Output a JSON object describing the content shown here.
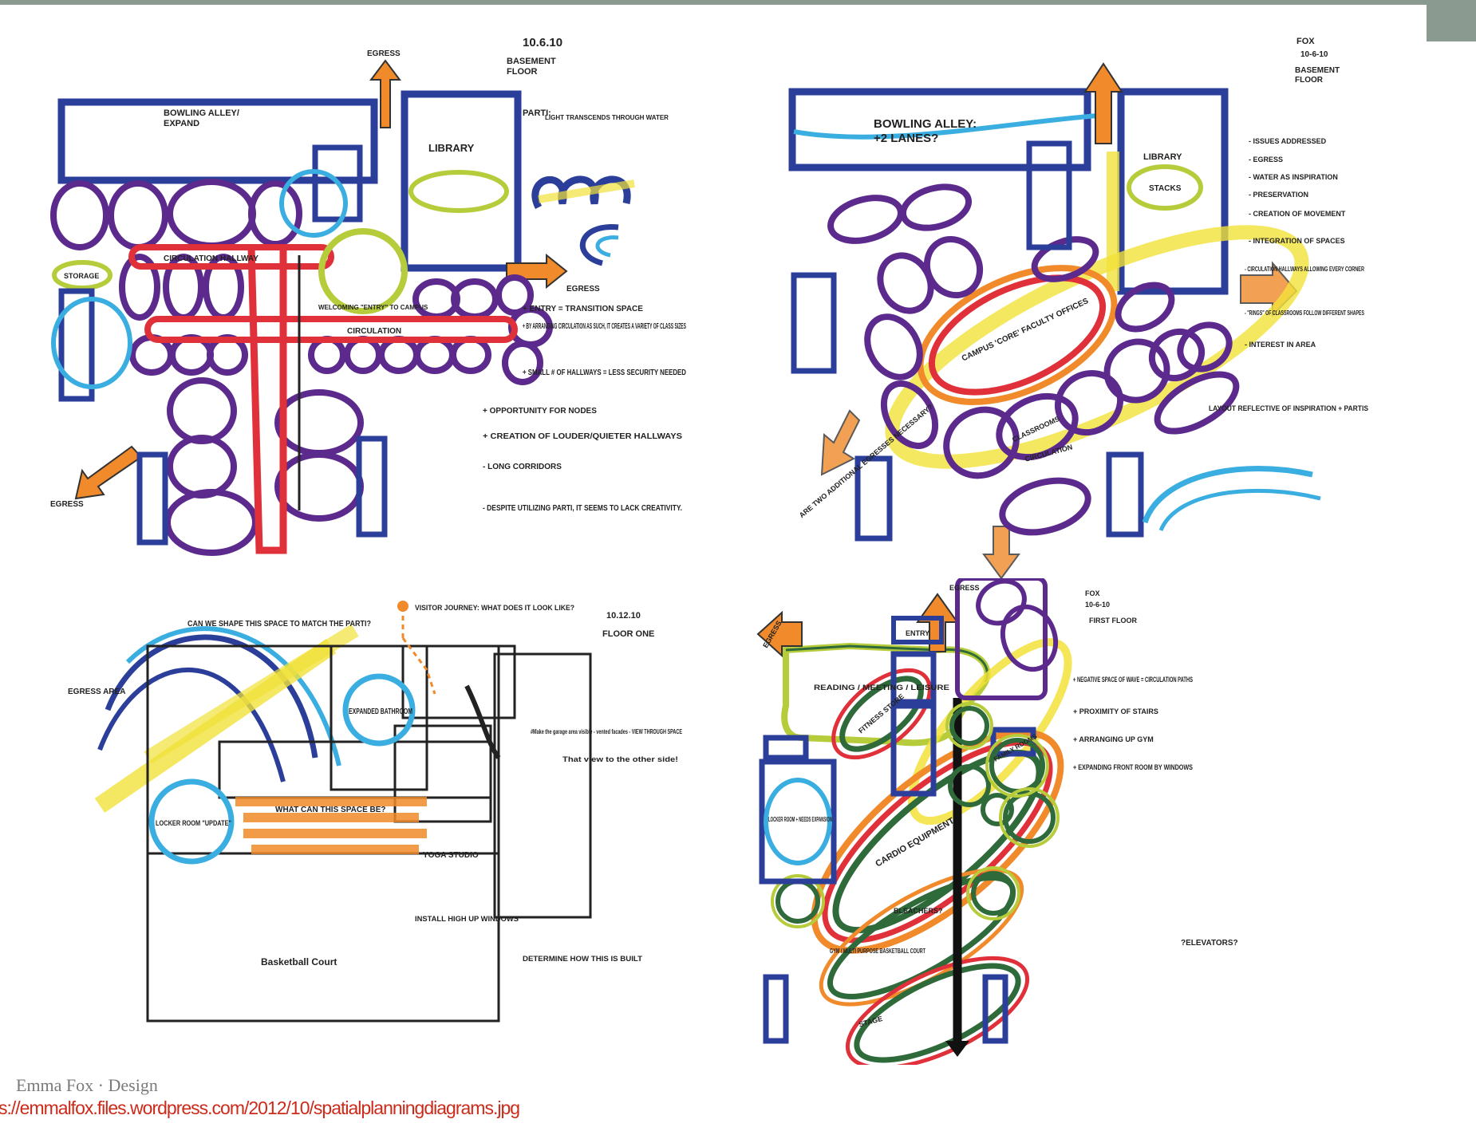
{
  "footer": {
    "credit": "Emma Fox · Design",
    "url": "s://emmalfox.files.wordpress.com/2012/10/spatialplanningdiagrams.jpg"
  },
  "colors": {
    "purple": "#5b2a8c",
    "blue": "#2b3e9a",
    "red": "#e0303a",
    "yellow": "#f2e23a",
    "orange": "#f08a2a",
    "lime": "#b7cc3a",
    "cyan": "#3aaee0",
    "green": "#2f6a3a"
  },
  "sheet_top_left": {
    "date": "10.6.10",
    "floor": "BASEMENT\nFLOOR",
    "bowling": "BOWLING ALLEY/\nEXPAND",
    "library": "LIBRARY",
    "egress_top": "EGRESS",
    "egress_right": "EGRESS",
    "egress_left": "EGRESS",
    "circulation_hall": "CIRCULATION HALLWAY",
    "circulation": "CIRCULATION",
    "welcome": "WELCOMING \"ENTRY\" TO CAMPUS",
    "storage": "STORAGE",
    "parti": "PARTI:",
    "light": "LIGHT TRANSCENDS THROUGH WATER",
    "notes": [
      "+ ENTRY = TRANSITION SPACE",
      "+ BY ARRANGING CIRCULATION AS SUCH, IT CREATES A VARIETY OF CLASS SIZES",
      "+ SMALL # OF HALLWAYS = LESS SECURITY NEEDED",
      "+ OPPORTUNITY FOR NODES",
      "+ CREATION OF LOUDER/QUIETER HALLWAYS",
      "- LONG CORRIDORS",
      "- DESPITE UTILIZING PARTI, IT SEEMS TO LACK CREATIVITY."
    ]
  },
  "sheet_top_right": {
    "author": "FOX",
    "date": "10-6-10",
    "floor": "BASEMENT\nFLOOR",
    "bowling": "BOWLING ALLEY:\n+2 LANES?",
    "library": "LIBRARY",
    "stacks": "STACKS",
    "core": "CAMPUS 'CORE' FACULTY OFFICES",
    "classrooms": "CLASSROOMS",
    "circulation": "CIRCULATION",
    "notes": [
      "- ISSUES ADDRESSED",
      "- EGRESS",
      "- WATER AS INSPIRATION",
      "- PRESERVATION",
      "- CREATION OF MOVEMENT",
      "- INTEGRATION OF SPACES",
      "- CIRCULATION HALLWAYS ALLOWING EVERY CORNER",
      "- \"RINGS\" OF CLASSROOMS FOLLOW DIFFERENT SHAPES",
      "- INTEREST IN AREA",
      "LAYOUT REFLECTIVE OF INSPIRATION + PARTIS"
    ],
    "question": "ARE TWO ADDITIONAL EGRESSES NECESSARY?"
  },
  "sheet_bottom_left": {
    "date": "10.12.10",
    "floor": "FLOOR ONE",
    "question_top": "CAN WE SHAPE THIS SPACE TO MATCH THE PARTI?",
    "journey": "VISITOR JOURNEY: WHAT DOES IT LOOK LIKE?",
    "expanded": "EXPANDED BATHROOM",
    "egress_area": "EGRESS AREA",
    "locker": "LOCKER ROOM \"UPDATE\"",
    "what_can": "WHAT CAN THIS SPACE BE?",
    "basketball": "Basketball Court",
    "yoga": "YOGA STUDIO",
    "install": "INSTALL HIGH UP WINDOWS",
    "determine": "DETERMINE HOW THIS IS BUILT",
    "note_garage": "#Make the garage area visible - vented facades - VIEW THROUGH SPACE",
    "note_view": "That view to the other side!"
  },
  "sheet_bottom_right": {
    "author": "FOX",
    "date": "10-6-10",
    "floor": "FIRST FLOOR",
    "egress_top": "EGRESS",
    "egress_left": "EGRESS",
    "entry": "ENTRY",
    "reading": "READING / MEETING / LEISURE",
    "fitness": "FITNESS STORE",
    "cardio": "CARDIO EQUIPMENT",
    "locker": "LOCKER ROOM + NEEDS EXPANSION",
    "bleachers": "BLEACHERS?",
    "gym": "GYM / MULTI PURPOSE BASKETBALL COURT",
    "stage": "STAGE",
    "family": "FAMILY ROOMS",
    "elevators": "?ELEVATORS?",
    "notes": [
      "+ NEGATIVE SPACE OF WAVE = CIRCULATION PATHS",
      "+ PROXIMITY OF STAIRS",
      "+ ARRANGING UP GYM",
      "+ EXPANDING FRONT ROOM BY WINDOWS"
    ]
  }
}
